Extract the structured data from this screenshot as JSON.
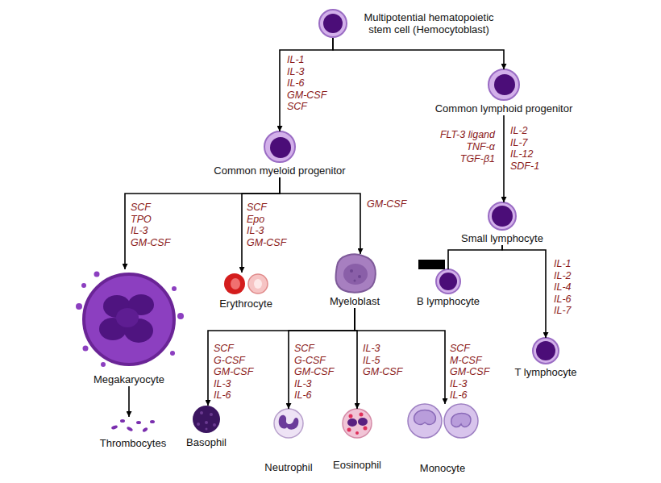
{
  "diagram": {
    "nodes": [
      {
        "text": [
          "Multipotential hematopoietic stem cell (Hemocytoblast)"
        ]
      },
      {
        "text": [
          "Common lymphoid progenitor"
        ]
      },
      {
        "text": [
          "Common myeloid progenitor"
        ]
      },
      {
        "text": [
          "Small lymphocyte"
        ]
      },
      {
        "text": [
          "Megakaryocyte"
        ]
      },
      {
        "text": [
          "Erythrocyte"
        ]
      },
      {
        "text": [
          "Myeloblast"
        ]
      },
      {
        "text": [
          "B lymphocyte"
        ]
      },
      {
        "text": [
          "T lymphocyte"
        ]
      },
      {
        "text": [
          "Thrombocytes"
        ]
      },
      {
        "text": [
          "Basophil"
        ]
      },
      {
        "text": [
          "Neutrophil"
        ]
      },
      {
        "text": [
          "Eosinophil"
        ]
      },
      {
        "text": [
          "Monocyte"
        ]
      }
    ],
    "edges": [
      {
        "from": 0,
        "to": 1,
        "arrow": "to"
      },
      {
        "from": 0,
        "to": 2,
        "arrow": "to",
        "label": "IL-1 IL-3 IL-6 GM-CSF SCF"
      },
      {
        "from": 1,
        "to": 3,
        "arrow": "to",
        "label": "IL-2 IL-7 IL-12 SDF-1"
      },
      {
        "from": 2,
        "to": 4,
        "arrow": "to",
        "label": "SCF TPO IL-3 GM-CSF"
      },
      {
        "from": 2,
        "to": 5,
        "arrow": "to",
        "label": "SCF Epo IL-3 GM-CSF"
      },
      {
        "from": 2,
        "to": 6,
        "arrow": "to",
        "label": "GM-CSF"
      },
      {
        "from": 3,
        "to": 7,
        "arrow": "none"
      },
      {
        "from": 3,
        "to": 8,
        "arrow": "to",
        "label": "IL-1 IL-2 IL-4 IL-6 IL-7"
      },
      {
        "from": 4,
        "to": 9,
        "arrow": "to"
      },
      {
        "from": 6,
        "to": 10,
        "arrow": "to",
        "label": "SCF G-CSF GM-CSF IL-3 IL-6"
      },
      {
        "from": 6,
        "to": 11,
        "arrow": "to",
        "label": "SCF G-CSF GM-CSF IL-3 IL-6"
      },
      {
        "from": 6,
        "to": 12,
        "arrow": "to",
        "label": "IL-3 IL-5 GM-CSF"
      },
      {
        "from": 6,
        "to": 13,
        "arrow": "to",
        "label": "SCF M-CSF GM-CSF IL-3 IL-6"
      }
    ],
    "labels": [
      "FLT-3 ligand",
      "TNF-α",
      "TGF-β1"
    ]
  }
}
